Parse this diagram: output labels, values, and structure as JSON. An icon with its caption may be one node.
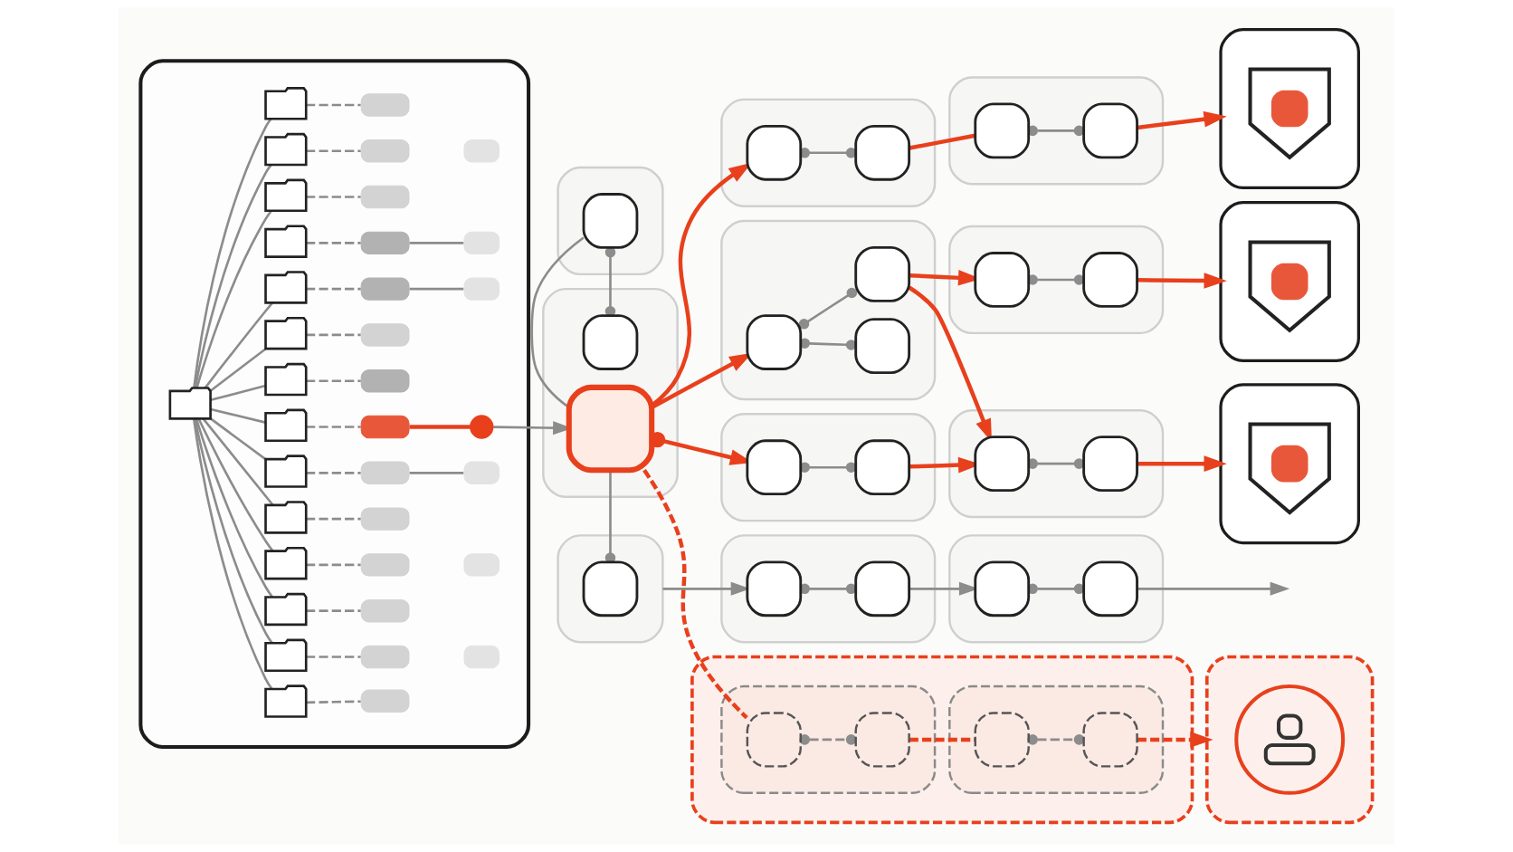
{
  "diagram": {
    "nodes": [
      {
        "text": [],
        "shape": "box"
      },
      {
        "text": [],
        "shape": "folder",
        "in": 0
      },
      {
        "text": [],
        "shape": "folder",
        "in": 0
      },
      {
        "text": [],
        "shape": "bar",
        "in": 0
      },
      {
        "text": [],
        "shape": "folder",
        "in": 0
      },
      {
        "text": [],
        "shape": "bar",
        "in": 0
      },
      {
        "text": [],
        "shape": "bar",
        "in": 0
      },
      {
        "text": [],
        "shape": "folder",
        "in": 0
      },
      {
        "text": [],
        "shape": "bar",
        "in": 0
      },
      {
        "text": [],
        "shape": "folder",
        "in": 0
      },
      {
        "text": [],
        "shape": "bar",
        "in": 0
      },
      {
        "text": [],
        "shape": "bar",
        "in": 0
      },
      {
        "text": [],
        "shape": "folder",
        "in": 0
      },
      {
        "text": [],
        "shape": "bar",
        "in": 0
      },
      {
        "text": [],
        "shape": "bar",
        "in": 0
      },
      {
        "text": [],
        "shape": "folder",
        "in": 0
      },
      {
        "text": [],
        "shape": "bar",
        "in": 0
      },
      {
        "text": [],
        "shape": "folder",
        "in": 0
      },
      {
        "text": [],
        "shape": "bar",
        "in": 0
      },
      {
        "text": [],
        "shape": "folder",
        "in": 0
      },
      {
        "text": [],
        "shape": "bar",
        "in": 0
      },
      {
        "text": [],
        "shape": "circle",
        "in": 0
      },
      {
        "text": [],
        "shape": "folder",
        "in": 0
      },
      {
        "text": [],
        "shape": "bar",
        "in": 0
      },
      {
        "text": [],
        "shape": "bar",
        "in": 0
      },
      {
        "text": [],
        "shape": "folder",
        "in": 0
      },
      {
        "text": [],
        "shape": "bar",
        "in": 0
      },
      {
        "text": [],
        "shape": "folder",
        "in": 0
      },
      {
        "text": [],
        "shape": "bar",
        "in": 0
      },
      {
        "text": [],
        "shape": "bar",
        "in": 0
      },
      {
        "text": [],
        "shape": "folder",
        "in": 0
      },
      {
        "text": [],
        "shape": "bar",
        "in": 0
      },
      {
        "text": [],
        "shape": "folder",
        "in": 0
      },
      {
        "text": [],
        "shape": "bar",
        "in": 0
      },
      {
        "text": [],
        "shape": "bar",
        "in": 0
      },
      {
        "text": [],
        "shape": "folder",
        "in": 0
      },
      {
        "text": [],
        "shape": "bar",
        "in": 0
      },
      {
        "text": [],
        "shape": "box"
      },
      {
        "text": [],
        "shape": "box",
        "in": 37
      },
      {
        "text": [],
        "shape": "box"
      },
      {
        "text": [],
        "shape": "box",
        "in": 39
      },
      {
        "text": [],
        "shape": "box",
        "in": 39
      },
      {
        "text": [],
        "shape": "box"
      },
      {
        "text": [],
        "shape": "box",
        "in": 42
      },
      {
        "text": [],
        "shape": "box"
      },
      {
        "text": [],
        "shape": "box",
        "in": 44
      },
      {
        "text": [],
        "shape": "box",
        "in": 44
      },
      {
        "text": [],
        "shape": "box"
      },
      {
        "text": [],
        "shape": "box",
        "in": 47
      },
      {
        "text": [],
        "shape": "box",
        "in": 47
      },
      {
        "text": [],
        "shape": "box"
      },
      {
        "text": [],
        "shape": "shield",
        "in": 50
      },
      {
        "text": [],
        "shape": "box"
      },
      {
        "text": [],
        "shape": "box",
        "in": 52
      },
      {
        "text": [],
        "shape": "box",
        "in": 52
      },
      {
        "text": [],
        "shape": "box",
        "in": 52
      },
      {
        "text": [],
        "shape": "box"
      },
      {
        "text": [],
        "shape": "box",
        "in": 56
      },
      {
        "text": [],
        "shape": "box",
        "in": 56
      },
      {
        "text": [],
        "shape": "box"
      },
      {
        "text": [],
        "shape": "shield",
        "in": 59
      },
      {
        "text": [],
        "shape": "box"
      },
      {
        "text": [],
        "shape": "box",
        "in": 61
      },
      {
        "text": [],
        "shape": "box",
        "in": 61
      },
      {
        "text": [],
        "shape": "box"
      },
      {
        "text": [],
        "shape": "box",
        "in": 64
      },
      {
        "text": [],
        "shape": "box",
        "in": 64
      },
      {
        "text": [],
        "shape": "box"
      },
      {
        "text": [],
        "shape": "shield",
        "in": 67
      },
      {
        "text": [],
        "shape": "box"
      },
      {
        "text": [],
        "shape": "box",
        "in": 69
      },
      {
        "text": [],
        "shape": "box",
        "in": 69
      },
      {
        "text": [],
        "shape": "box"
      },
      {
        "text": [],
        "shape": "box",
        "in": 72
      },
      {
        "text": [],
        "shape": "box",
        "in": 72
      },
      {
        "text": [],
        "shape": "box"
      },
      {
        "text": [],
        "shape": "box",
        "in": 75
      },
      {
        "text": [],
        "shape": "box",
        "in": 76
      },
      {
        "text": [],
        "shape": "box",
        "in": 76
      },
      {
        "text": [],
        "shape": "box",
        "in": 75
      },
      {
        "text": [],
        "shape": "box",
        "in": 79
      },
      {
        "text": [],
        "shape": "box",
        "in": 79
      },
      {
        "text": [],
        "shape": "box"
      },
      {
        "text": [],
        "shape": "person",
        "in": 82
      }
    ],
    "edges": [
      {
        "from": 1,
        "to": 35,
        "arrow": "none"
      },
      {
        "from": 1,
        "to": 32,
        "arrow": "none"
      },
      {
        "from": 1,
        "to": 30,
        "arrow": "none"
      },
      {
        "from": 1,
        "to": 27,
        "arrow": "none"
      },
      {
        "from": 1,
        "to": 25,
        "arrow": "none"
      },
      {
        "from": 1,
        "to": 22,
        "arrow": "none"
      },
      {
        "from": 1,
        "to": 19,
        "arrow": "none"
      },
      {
        "from": 1,
        "to": 17,
        "arrow": "none"
      },
      {
        "from": 1,
        "to": 15,
        "arrow": "none"
      },
      {
        "from": 1,
        "to": 12,
        "arrow": "none"
      },
      {
        "from": 1,
        "to": 7,
        "arrow": "none"
      },
      {
        "from": 1,
        "to": 4,
        "arrow": "none"
      },
      {
        "from": 1,
        "to": 2,
        "arrow": "none"
      },
      {
        "from": 2,
        "to": 3,
        "arrow": "none",
        "style": "dashed"
      },
      {
        "from": 4,
        "to": 5,
        "arrow": "none",
        "style": "dashed"
      },
      {
        "from": 7,
        "to": 8,
        "arrow": "none",
        "style": "dashed"
      },
      {
        "from": 9,
        "to": 10,
        "arrow": "none",
        "style": "dashed"
      },
      {
        "from": 12,
        "to": 13,
        "arrow": "none",
        "style": "dashed"
      },
      {
        "from": 15,
        "to": 16,
        "arrow": "none",
        "style": "dashed"
      },
      {
        "from": 17,
        "to": 18,
        "arrow": "none",
        "style": "dashed"
      },
      {
        "from": 19,
        "to": 20,
        "arrow": "none",
        "style": "dashed"
      },
      {
        "from": 22,
        "to": 23,
        "arrow": "none",
        "style": "dashed"
      },
      {
        "from": 25,
        "to": 26,
        "arrow": "none",
        "style": "dashed"
      },
      {
        "from": 27,
        "to": 28,
        "arrow": "none",
        "style": "dashed"
      },
      {
        "from": 30,
        "to": 31,
        "arrow": "none",
        "style": "dashed"
      },
      {
        "from": 32,
        "to": 33,
        "arrow": "none",
        "style": "dashed"
      },
      {
        "from": 35,
        "to": 36,
        "arrow": "none",
        "style": "dashed"
      },
      {
        "from": 10,
        "to": 11,
        "arrow": "none"
      },
      {
        "from": 13,
        "to": 14,
        "arrow": "none"
      },
      {
        "from": 23,
        "to": 24,
        "arrow": "none"
      },
      {
        "from": 20,
        "to": 21,
        "arrow": "none",
        "color": "#e8401c"
      },
      {
        "from": 21,
        "to": 41,
        "arrow": "to"
      },
      {
        "from": 38,
        "to": 40,
        "arrow": "other"
      },
      {
        "from": 38,
        "to": 41,
        "arrow": "none"
      },
      {
        "from": 43,
        "to": 41,
        "arrow": "other"
      },
      {
        "from": 41,
        "to": 45,
        "arrow": "to",
        "color": "#e8401c"
      },
      {
        "from": 41,
        "to": 53,
        "arrow": "to",
        "color": "#e8401c"
      },
      {
        "from": 41,
        "to": 62,
        "arrow": "to",
        "color": "#e8401c"
      },
      {
        "from": 41,
        "to": 77,
        "arrow": "none",
        "style": "dashed",
        "color": "#e8401c"
      },
      {
        "from": 42,
        "to": 70,
        "arrow": "to"
      },
      {
        "from": 45,
        "to": 46,
        "arrow": "other"
      },
      {
        "from": 46,
        "to": 48,
        "arrow": "none",
        "color": "#e8401c"
      },
      {
        "from": 48,
        "to": 49,
        "arrow": "other"
      },
      {
        "from": 49,
        "to": 50,
        "arrow": "to",
        "color": "#e8401c"
      },
      {
        "from": 53,
        "to": 55,
        "arrow": "other"
      },
      {
        "from": 53,
        "to": 54,
        "arrow": "other"
      },
      {
        "from": 54,
        "to": 57,
        "arrow": "to",
        "color": "#e8401c"
      },
      {
        "from": 54,
        "to": 65,
        "arrow": "to",
        "color": "#e8401c"
      },
      {
        "from": 57,
        "to": 58,
        "arrow": "other"
      },
      {
        "from": 58,
        "to": 59,
        "arrow": "to",
        "color": "#e8401c"
      },
      {
        "from": 62,
        "to": 63,
        "arrow": "other"
      },
      {
        "from": 63,
        "to": 65,
        "arrow": "to",
        "color": "#e8401c"
      },
      {
        "from": 65,
        "to": 66,
        "arrow": "other"
      },
      {
        "from": 66,
        "to": 67,
        "arrow": "to",
        "color": "#e8401c"
      },
      {
        "from": 70,
        "to": 71,
        "arrow": "other"
      },
      {
        "from": 71,
        "to": 73,
        "arrow": "to"
      },
      {
        "from": 73,
        "to": 74,
        "arrow": "other"
      },
      {
        "from": 74,
        "to": null,
        "arrow": "to"
      },
      {
        "from": 77,
        "to": 78,
        "arrow": "other",
        "style": "dashed"
      },
      {
        "from": 78,
        "to": 80,
        "arrow": "none",
        "style": "dashed",
        "color": "#e8401c"
      },
      {
        "from": 80,
        "to": 81,
        "arrow": "other",
        "style": "dashed"
      },
      {
        "from": 81,
        "to": 82,
        "arrow": "to",
        "style": "dashed",
        "color": "#e8401c"
      }
    ]
  }
}
